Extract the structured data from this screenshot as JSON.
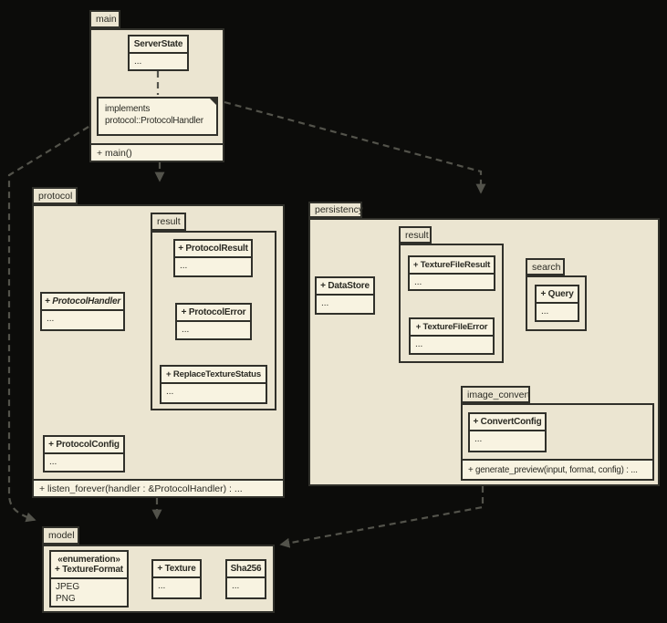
{
  "colors": {
    "background": "#0c0c0a",
    "package_fill": "#ebe5d1",
    "class_fill": "#f8f3e1",
    "border": "#30302a",
    "text": "#2b2b24",
    "connector": "#53534b"
  },
  "packages": {
    "main": {
      "label": "main",
      "operations": "+ main()"
    },
    "protocol": {
      "label": "protocol",
      "operations": "+ listen_forever(handler : &ProtocolHandler) : ..."
    },
    "protocol_result": {
      "label": "result"
    },
    "persistency": {
      "label": "persistency"
    },
    "persistency_result": {
      "label": "result"
    },
    "search": {
      "label": "search"
    },
    "image_convert": {
      "label": "image_convert",
      "operations": "+ generate_preview(input, format, config) : ..."
    },
    "model": {
      "label": "model"
    }
  },
  "classes": {
    "server_state": {
      "name": "ServerState",
      "attrs": [
        "..."
      ]
    },
    "protocol_handler": {
      "name": "+ ProtocolHandler",
      "attrs": [
        "..."
      ]
    },
    "protocol_result": {
      "name": "+ ProtocolResult",
      "attrs": [
        "..."
      ]
    },
    "protocol_error": {
      "name": "+ ProtocolError",
      "attrs": [
        "..."
      ]
    },
    "replace_texture_status": {
      "name": "+ ReplaceTextureStatus",
      "attrs": [
        "..."
      ]
    },
    "protocol_config": {
      "name": "+ ProtocolConfig",
      "attrs": [
        "..."
      ]
    },
    "data_store": {
      "name": "+ DataStore",
      "attrs": [
        "..."
      ]
    },
    "texture_file_result": {
      "name": "+ TextureFileResult",
      "attrs": [
        "..."
      ]
    },
    "texture_file_error": {
      "name": "+ TextureFileError",
      "attrs": [
        "..."
      ]
    },
    "query": {
      "name": "+ Query",
      "attrs": [
        "..."
      ]
    },
    "convert_config": {
      "name": "+ ConvertConfig",
      "attrs": [
        "..."
      ]
    },
    "texture_format": {
      "stereotype": "«enumeration»",
      "name": "+ TextureFormat",
      "attrs": [
        "JPEG",
        "PNG"
      ]
    },
    "texture": {
      "name": "+ Texture",
      "attrs": [
        "..."
      ]
    },
    "sha256": {
      "name": "Sha256",
      "attrs": [
        "..."
      ]
    }
  },
  "note": {
    "lines": [
      "implements",
      "protocol::ProtocolHandler"
    ]
  },
  "dependencies": [
    {
      "from": "main",
      "to": "protocol"
    },
    {
      "from": "main",
      "to": "persistency"
    },
    {
      "from": "main",
      "to": "model"
    },
    {
      "from": "protocol",
      "to": "model"
    },
    {
      "from": "persistency",
      "to": "model"
    },
    {
      "from": "main::ServerState",
      "to": "note"
    }
  ]
}
